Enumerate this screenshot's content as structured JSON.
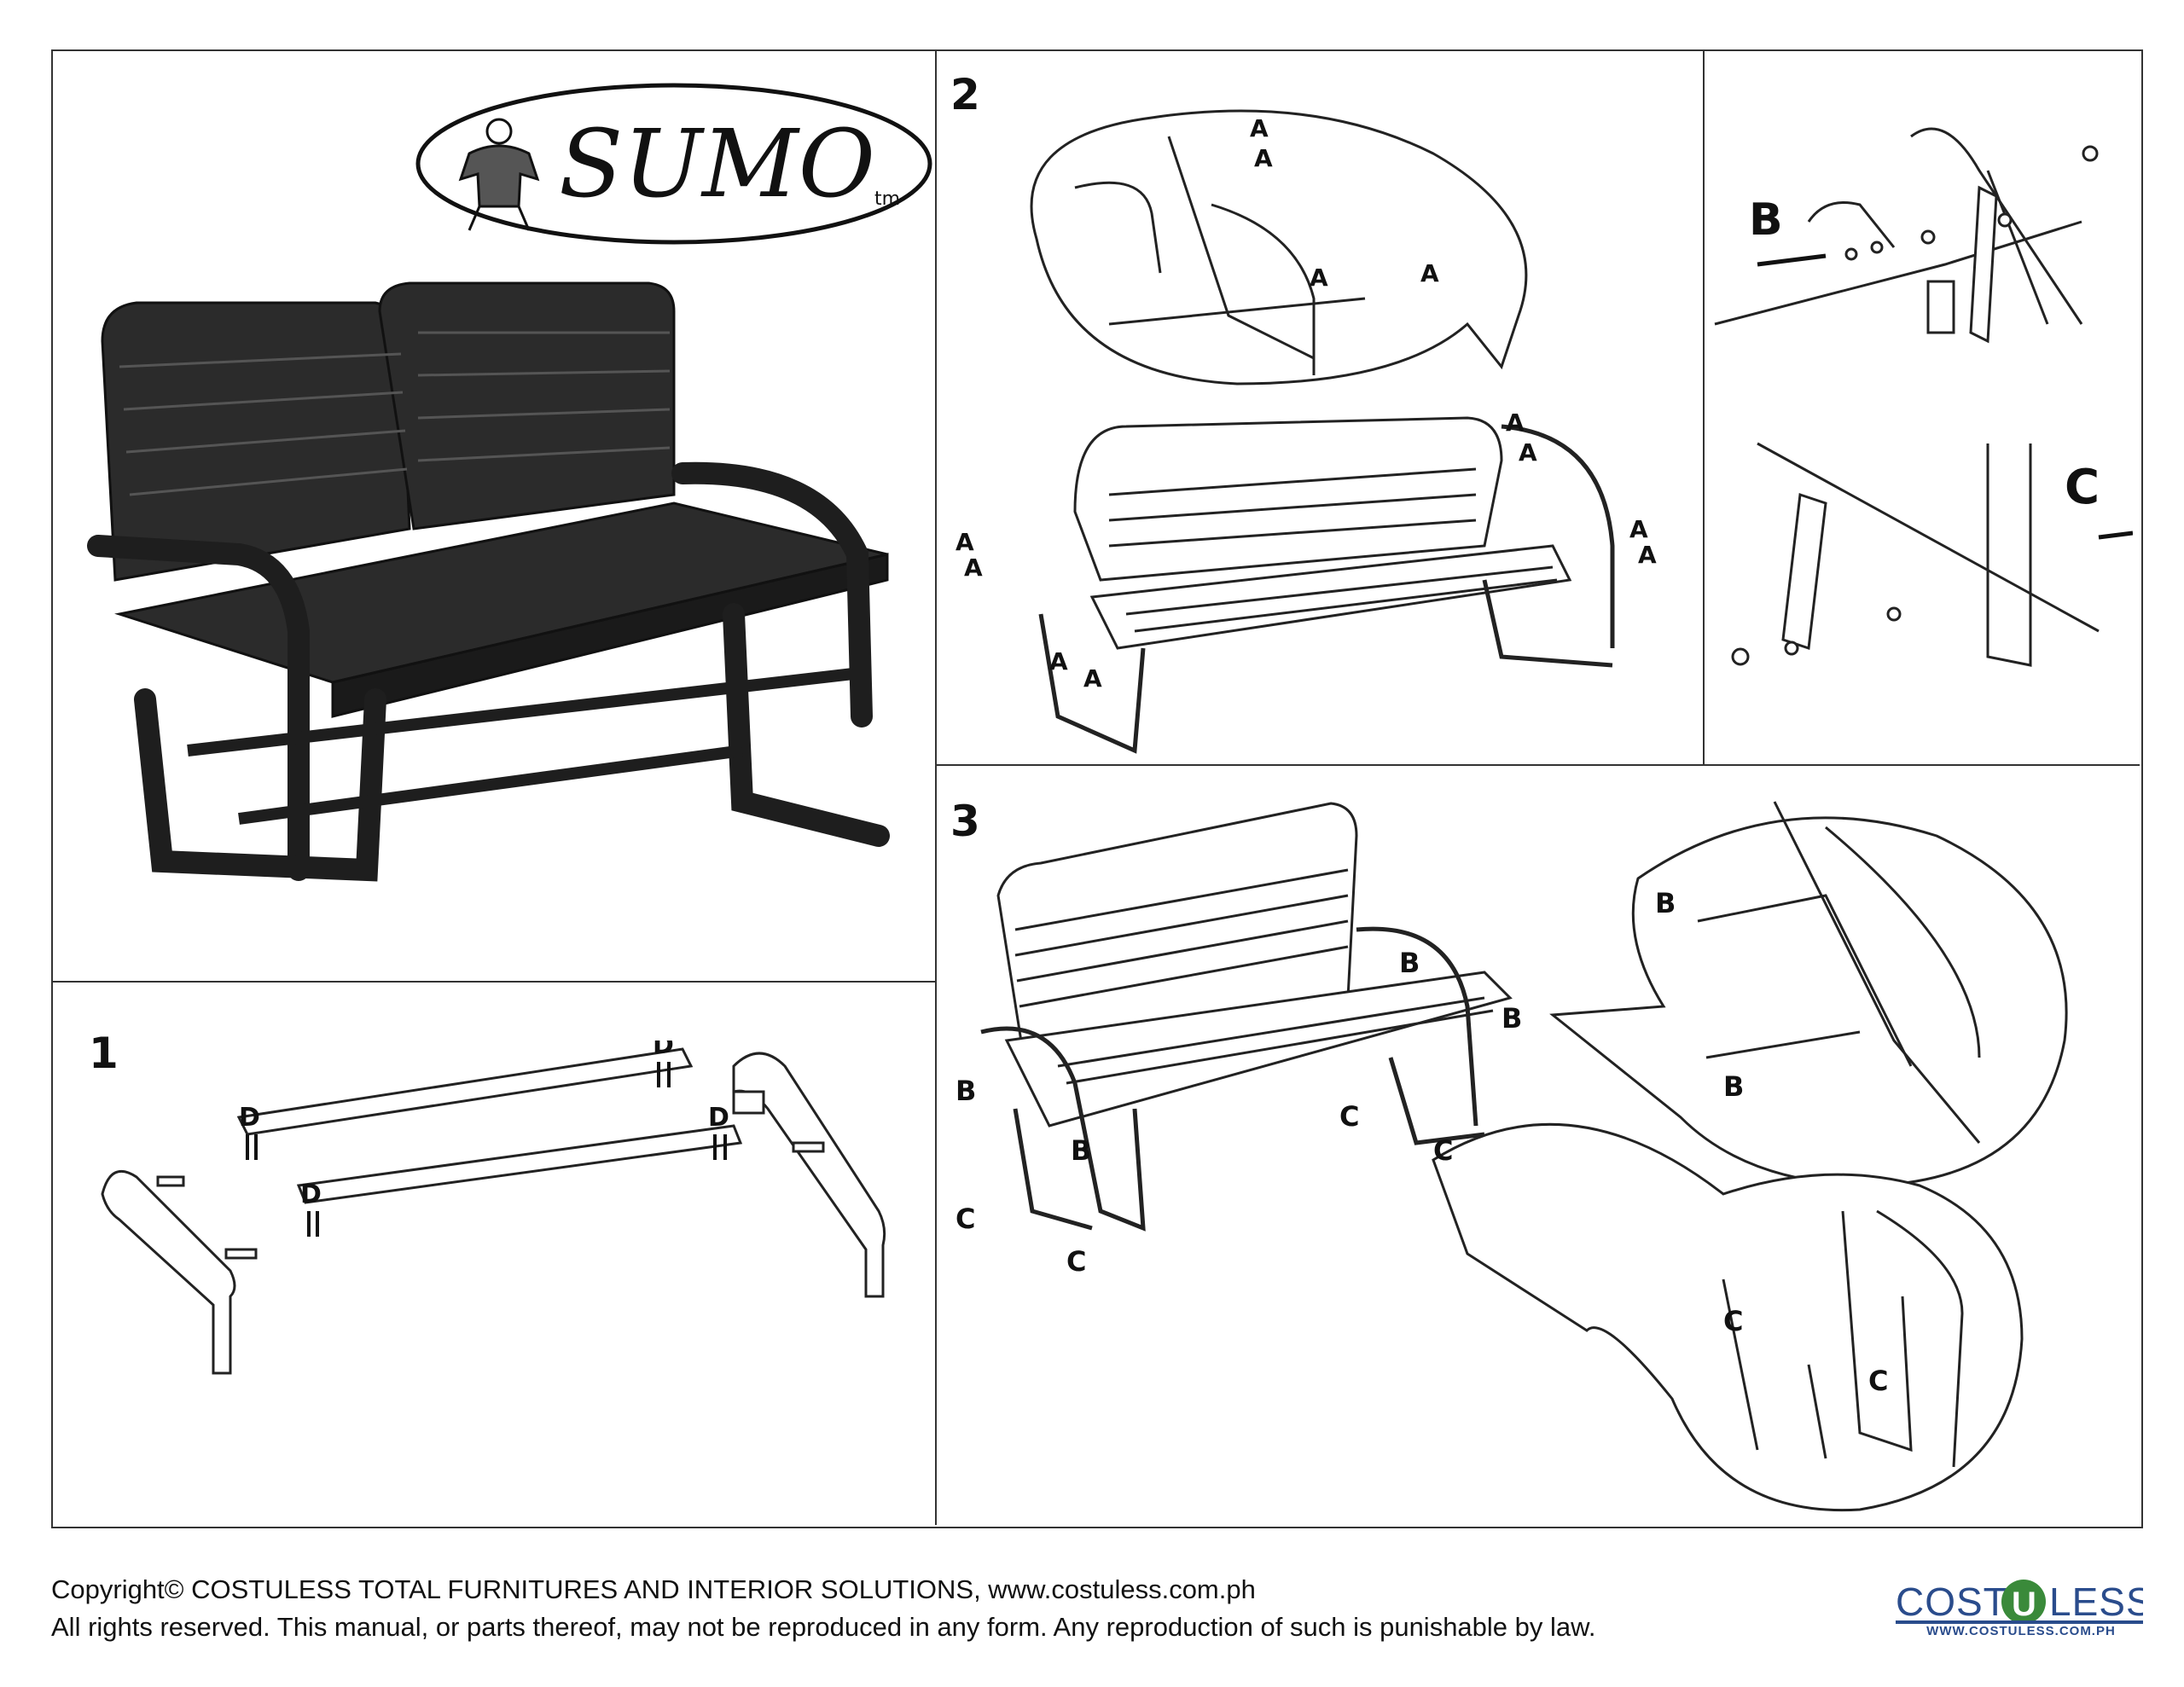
{
  "brand": {
    "logo_text": "SUMO",
    "tm": "tm"
  },
  "steps": {
    "one": {
      "number": "1",
      "label": "D"
    },
    "two": {
      "number": "2",
      "label": "A"
    },
    "three": {
      "number": "3",
      "label_b": "B",
      "label_c": "C"
    }
  },
  "detail_labels": {
    "b": "B",
    "c": "C"
  },
  "footer": {
    "copyright": "Copyright© COSTULESS TOTAL FURNITURES AND INTERIOR SOLUTIONS, www.costuless.com.ph",
    "rights": "All rights reserved. This manual, or parts thereof, may not be reproduced in any form. Any reproduction of such is punishable by law."
  },
  "costuless": {
    "left": "COST",
    "middle": "U",
    "right": "LESS",
    "url": "WWW.COSTULESS.COM.PH"
  },
  "colors": {
    "brand_blue": "#2a4c8c",
    "brand_green": "#3a8a3a",
    "line": "#222222",
    "bench": "#2b2b2b"
  }
}
